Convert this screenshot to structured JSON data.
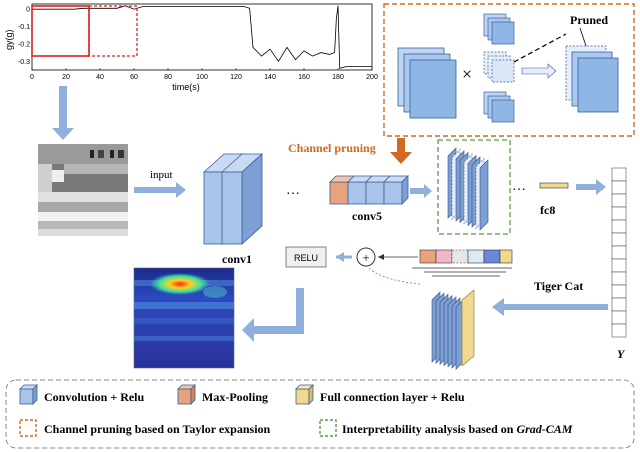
{
  "signal_plot": {
    "ylabel": "gy(g)",
    "xlabel": "time(s)",
    "xticks": [
      "0",
      "20",
      "40",
      "60",
      "80",
      "100",
      "120",
      "140",
      "160",
      "180",
      "200"
    ],
    "yticks": [
      "0",
      "-0.1",
      "-0.2",
      "-0.3"
    ],
    "chart_data": {
      "type": "line",
      "xlim": [
        0,
        200
      ],
      "ylim": [
        -0.35,
        0.03
      ],
      "series": [
        {
          "x": [
            0,
            25,
            30,
            50,
            55,
            60,
            65,
            125,
            128,
            130,
            135,
            140,
            145,
            150,
            155,
            160,
            165,
            170,
            175,
            178,
            179,
            180,
            181,
            185,
            200
          ],
          "y": [
            0.0,
            0.0,
            0.005,
            0.005,
            0.02,
            0.0,
            0.015,
            0.015,
            0.005,
            -0.22,
            -0.27,
            -0.23,
            -0.3,
            -0.22,
            -0.29,
            -0.24,
            -0.27,
            -0.25,
            -0.26,
            -0.25,
            -0.06,
            0.02,
            -0.34,
            -0.33,
            -0.33
          ]
        }
      ]
    }
  },
  "labels": {
    "input": "input",
    "conv1": "conv1",
    "conv5": "conv5",
    "fc8": "fc8",
    "channel_pruning": "Channel pruning",
    "relu": "RELU",
    "plus": "+",
    "tiger_cat": "Tiger Cat",
    "y": "Y",
    "pruned": "Pruned",
    "times": "×",
    "ellipsis": "…"
  },
  "legend": {
    "convolution": "Convolution + Relu",
    "max_pooling": "Max-Pooling",
    "full_connection": "Full connection layer + Relu",
    "channel_pruning": "Channel pruning based on Taylor expansion",
    "interpretability_prefix": "Interpretability analysis based on ",
    "interpretability_method": "Grad-CAM"
  },
  "colors": {
    "conv_blue": "#a9c4ea",
    "pool_orange": "#e8a27c",
    "fc_yellow": "#f0d88e",
    "arrow_blue": "#8fb0dc",
    "prune_orange": "#d2691e",
    "gradcam_green": "#5a9b4c",
    "signal_red": "#e02020"
  }
}
